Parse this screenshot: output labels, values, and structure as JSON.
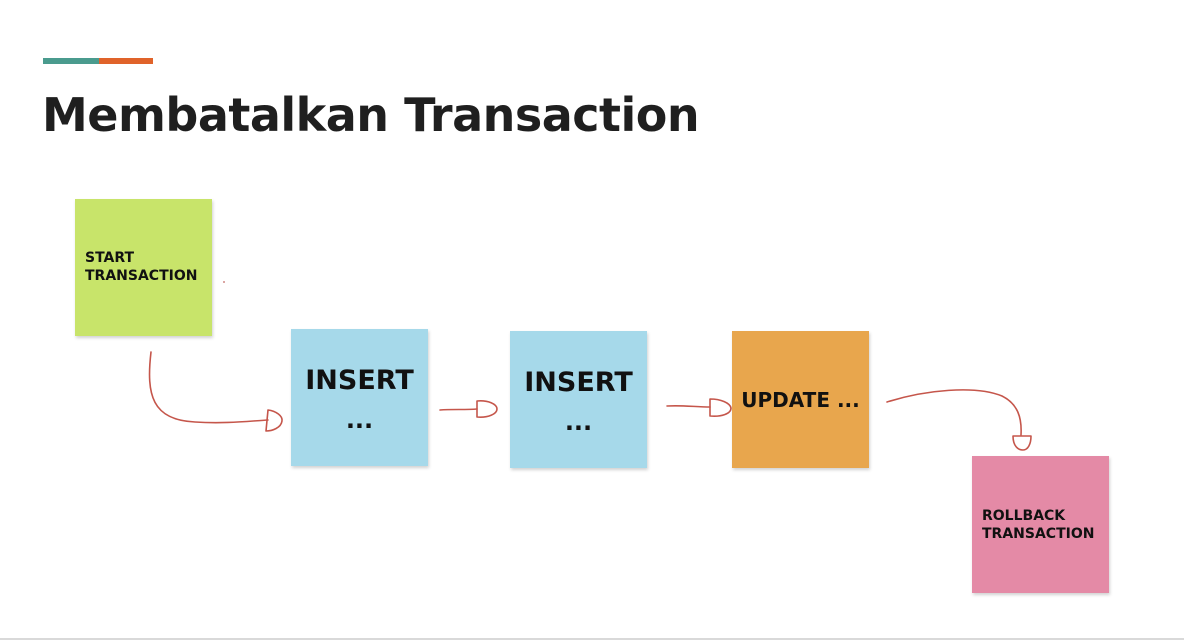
{
  "slide": {
    "title": "Membatalkan Transaction",
    "accent_colors": [
      "#4a9b8e",
      "#e0632a"
    ]
  },
  "diagram": {
    "arrow_color": "#c5564b",
    "nodes": [
      {
        "id": "start",
        "lines": [
          "START",
          "TRANSACTION"
        ],
        "color": "#c8e46a"
      },
      {
        "id": "insert-1",
        "lines": [
          "INSERT",
          "..."
        ],
        "color": "#a6d9ea"
      },
      {
        "id": "insert-2",
        "lines": [
          "INSERT",
          "..."
        ],
        "color": "#a6d9ea"
      },
      {
        "id": "update",
        "lines": [
          "UPDATE ..."
        ],
        "color": "#e8a64d"
      },
      {
        "id": "rollback",
        "lines": [
          "ROLLBACK",
          "TRANSACTION"
        ],
        "color": "#e48aa6"
      }
    ],
    "edges": [
      {
        "from": "start",
        "to": "insert-1"
      },
      {
        "from": "insert-1",
        "to": "insert-2"
      },
      {
        "from": "insert-2",
        "to": "update"
      },
      {
        "from": "update",
        "to": "rollback"
      }
    ]
  }
}
